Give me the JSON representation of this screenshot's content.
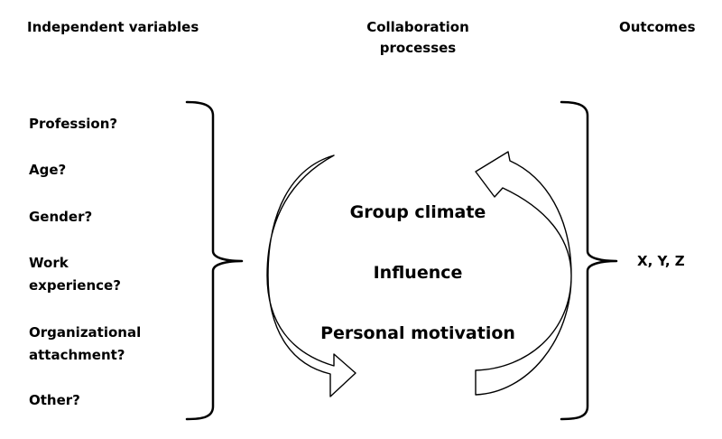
{
  "headers": {
    "independent": "Independent variables",
    "collaboration_line1": "Collaboration",
    "collaboration_line2": "processes",
    "outcomes": "Outcomes"
  },
  "variables": {
    "profession": "Profession?",
    "age": "Age?",
    "gender": "Gender?",
    "work_line1": "Work",
    "work_line2": "experience?",
    "org_line1": "Organizational",
    "org_line2": "attachment?",
    "other": "Other?"
  },
  "processes": {
    "group_climate": "Group climate",
    "influence": "Influence",
    "personal_motivation": "Personal motivation"
  },
  "outcomes": {
    "value": "X, Y, Z"
  },
  "colors": {
    "line": "#000000",
    "background": "#ffffff"
  }
}
